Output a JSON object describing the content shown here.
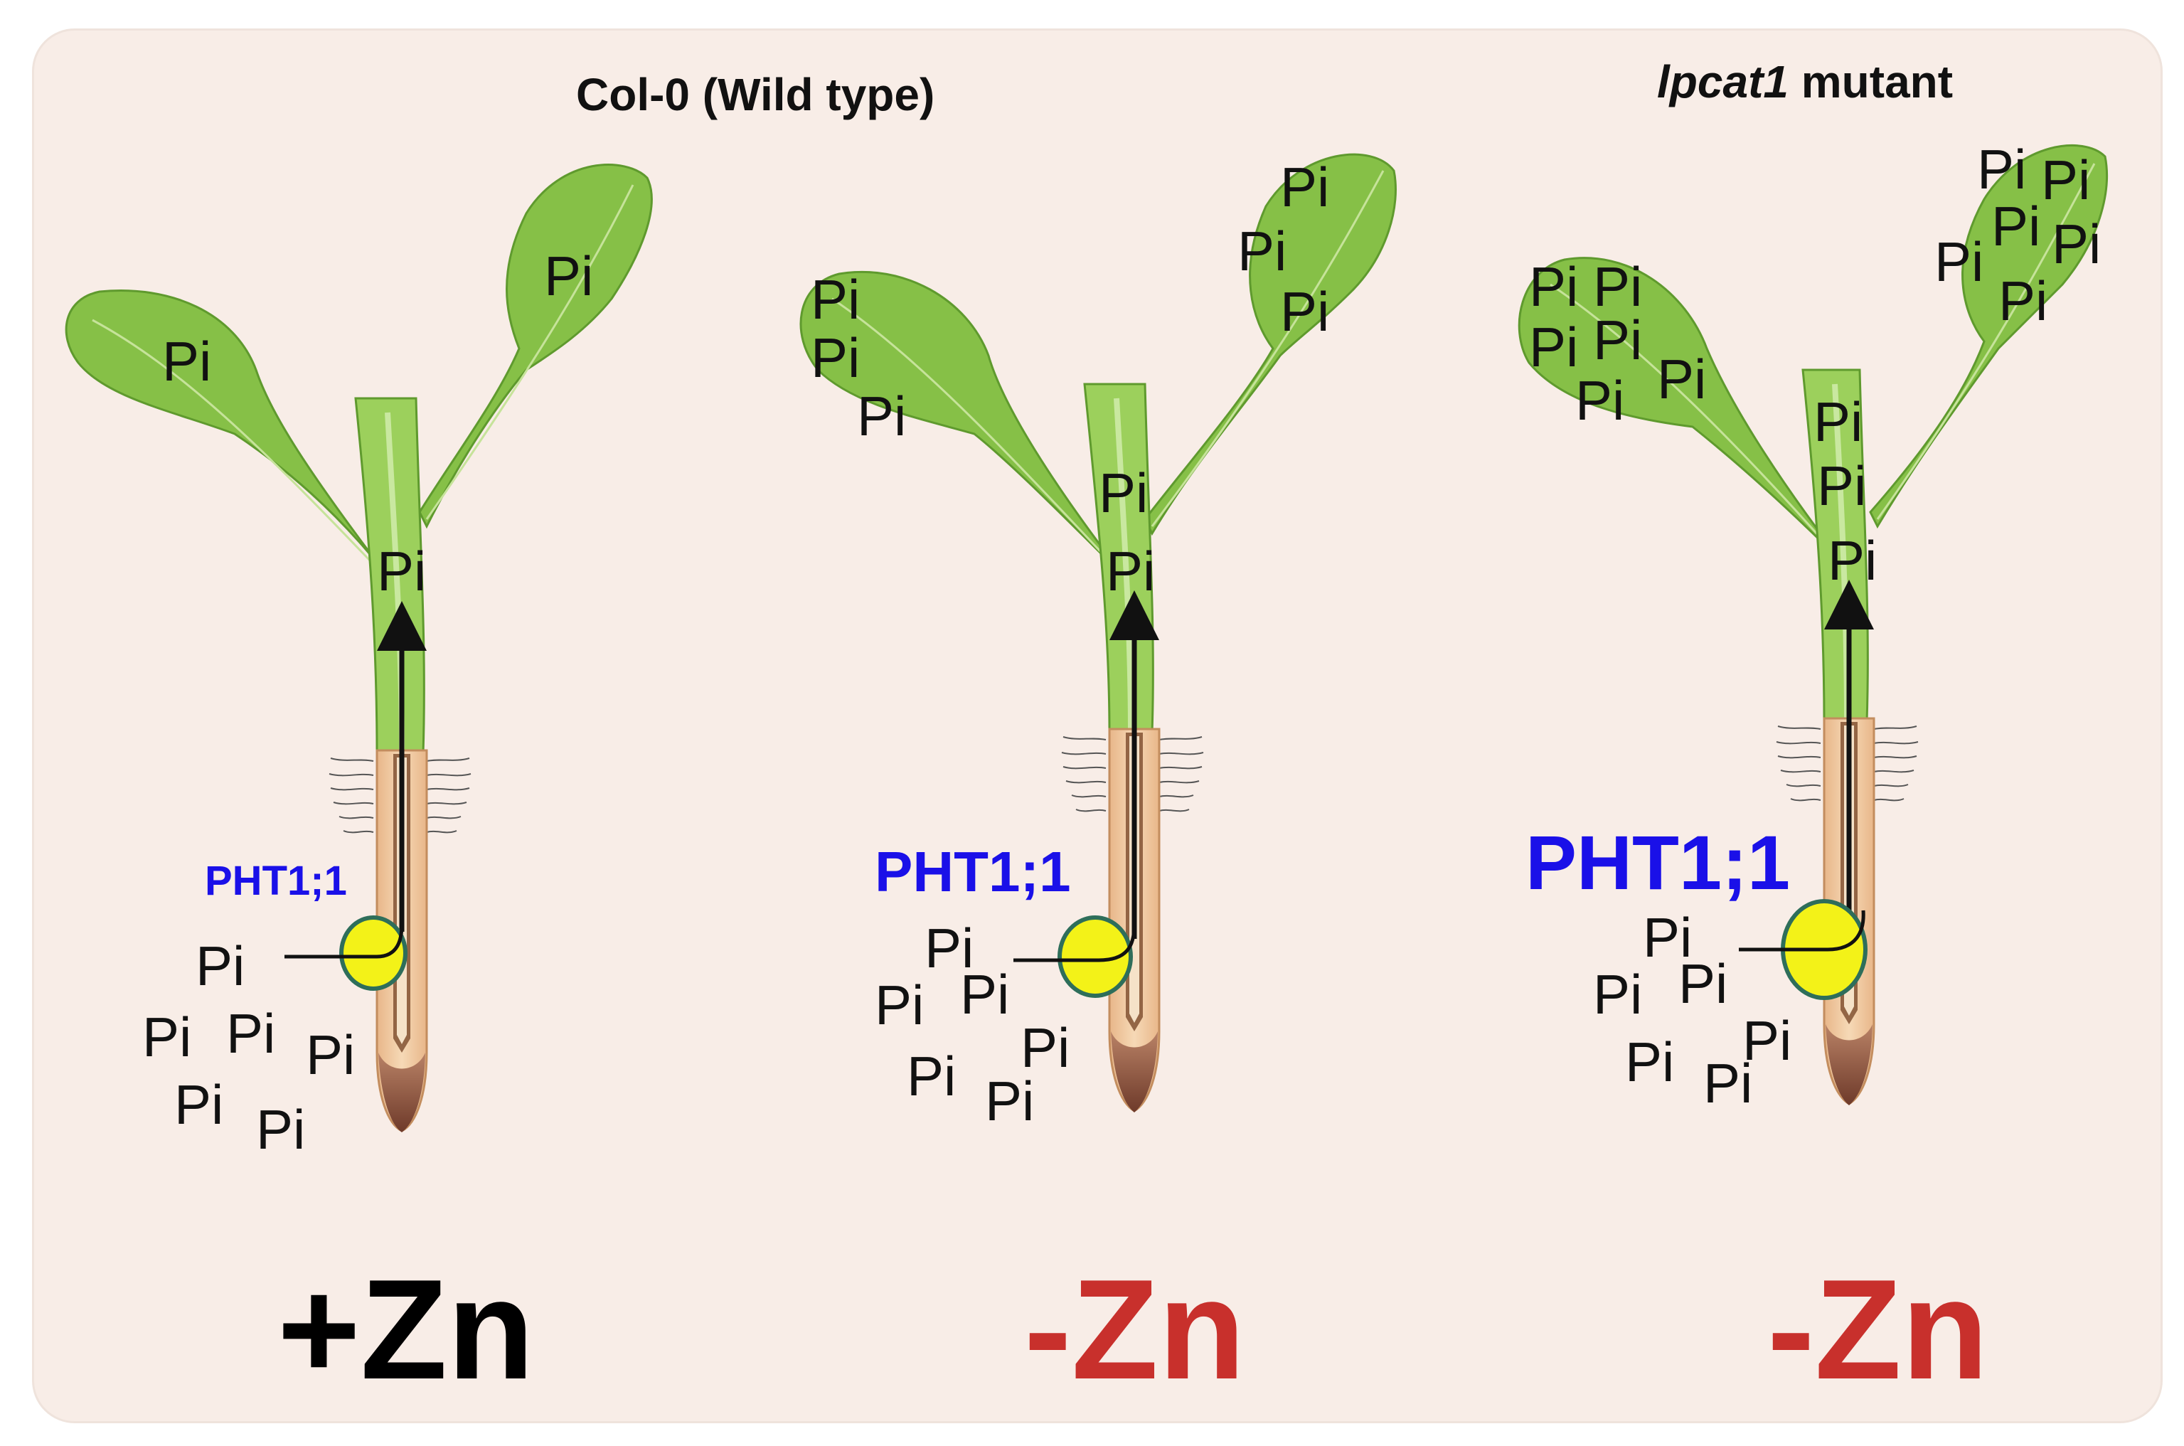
{
  "titles": {
    "wild_type": "Col-0 (Wild type)",
    "mutant_gene": "lpcat1",
    "mutant_suffix": " mutant"
  },
  "panels": [
    {
      "condition": "+Zn",
      "transporter": "PHT1;1",
      "pi_label": "Pi"
    },
    {
      "condition": "-Zn",
      "transporter": "PHT1;1",
      "pi_label": "Pi"
    },
    {
      "condition": "-Zn",
      "transporter": "PHT1;1",
      "pi_label": "Pi"
    }
  ],
  "colors": {
    "background": "#f8ede7",
    "leaf": "#86c047",
    "stem": "#9cd05c",
    "root": "#f0c9a0",
    "transporter": "#f3f218",
    "transporter_border": "#2e6e5a",
    "transporter_label": "#1a10e8",
    "plus_zn": "#000000",
    "minus_zn": "#c8302c"
  }
}
